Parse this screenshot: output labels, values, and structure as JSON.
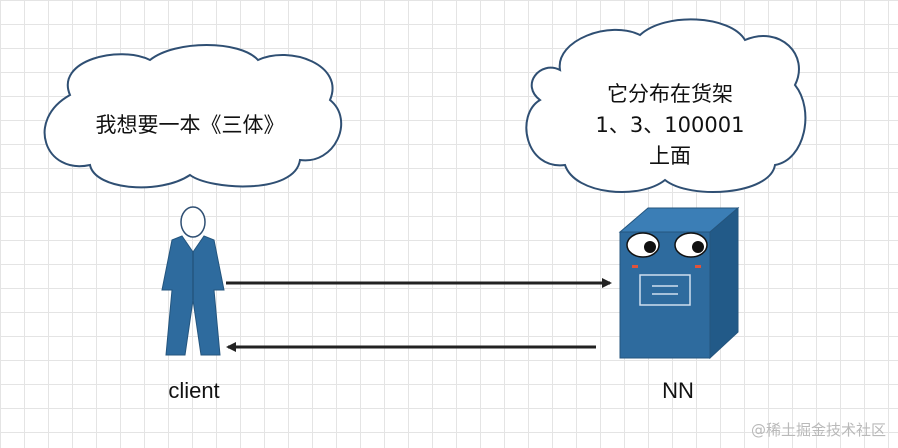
{
  "client_bubble": {
    "text": "我想要一本《三体》"
  },
  "nn_bubble": {
    "lines": [
      "它分布在货架",
      "1、3、100001",
      "上面"
    ]
  },
  "client_label": "client",
  "nn_label": "NN",
  "watermark": "@稀土掘金技术社区",
  "colors": {
    "shape_fill": "#2e6b9e",
    "cloud_fill": "#ffffff",
    "arrow": "#222222"
  }
}
